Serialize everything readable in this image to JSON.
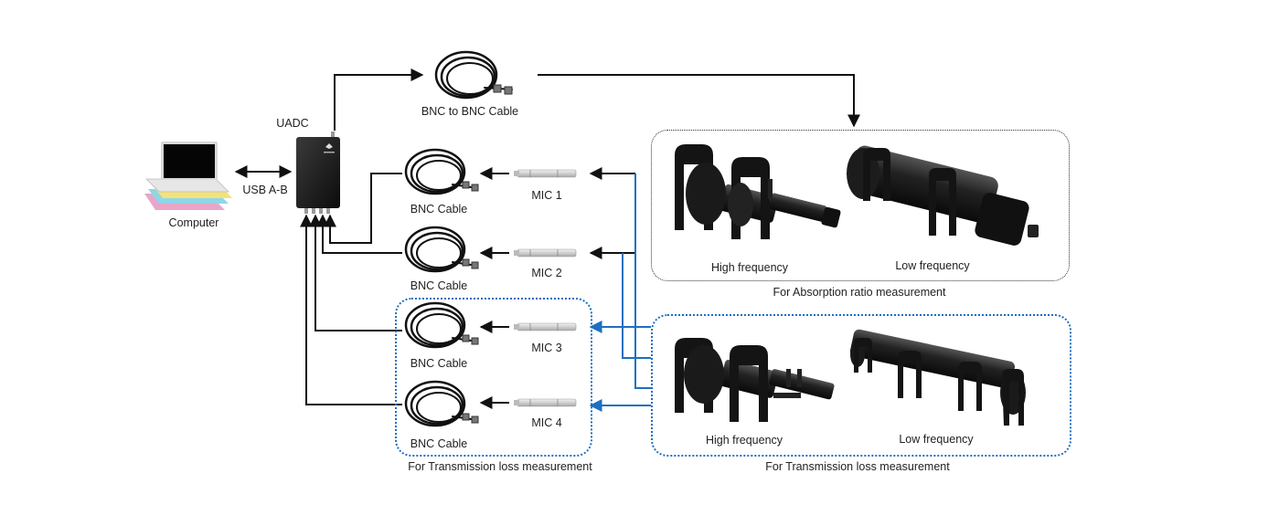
{
  "computer": {
    "label": "Computer"
  },
  "usb": {
    "label": "USB A-B"
  },
  "uadc": {
    "label": "UADC"
  },
  "bnc_to_bnc": {
    "label": "BNC to BNC Cable"
  },
  "cables": [
    {
      "label": "BNC Cable"
    },
    {
      "label": "BNC Cable"
    },
    {
      "label": "BNC Cable"
    },
    {
      "label": "BNC Cable"
    }
  ],
  "mics": [
    {
      "label": "MIC 1"
    },
    {
      "label": "MIC 2"
    },
    {
      "label": "MIC 3"
    },
    {
      "label": "MIC 4"
    }
  ],
  "absorption": {
    "high_label": "High frequency",
    "low_label": "Low frequency",
    "caption": "For Absorption ratio measurement"
  },
  "transmission": {
    "high_label": "High frequency",
    "low_label": "Low frequency",
    "caption": "For Transmission  loss measurement"
  },
  "transmission_left_caption": "For Transmission  loss measurement",
  "colors": {
    "line_black": "#111111",
    "line_blue": "#1e6fc0"
  }
}
